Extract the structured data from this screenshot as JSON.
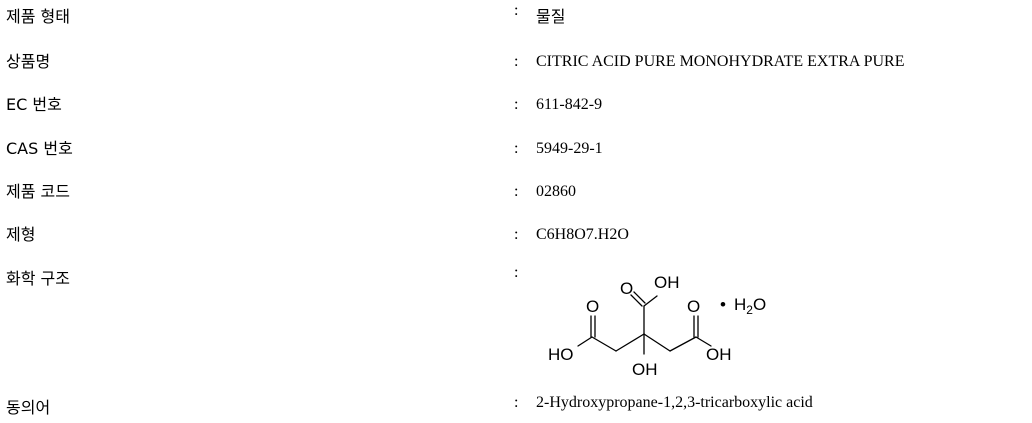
{
  "fields": [
    {
      "label": "제품 형태",
      "value": "물질"
    },
    {
      "label": "상품명",
      "value": "CITRIC ACID PURE MONOHYDRATE EXTRA PURE"
    },
    {
      "label": "EC 번호",
      "value": "611-842-9"
    },
    {
      "label": "CAS 번호",
      "value": "5949-29-1"
    },
    {
      "label": "제품 코드",
      "value": "02860"
    },
    {
      "label": "제형",
      "value": "C6H8O7.H2O"
    },
    {
      "label": "화학 구조",
      "value": ""
    },
    {
      "label": "동의어",
      "value": "2-Hydroxypropane-1,2,3-tricarboxylic acid"
    }
  ],
  "separator": ":",
  "structure": {
    "o": "O",
    "oh": "OH",
    "ho": "HO",
    "dot": "•",
    "h": "H",
    "sub2": "2",
    "o_water": "O"
  }
}
